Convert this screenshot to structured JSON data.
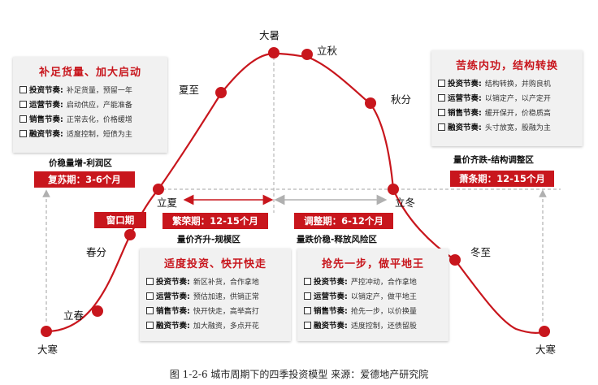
{
  "seasons": {
    "dahan_left": "大寒",
    "lichun": "立春",
    "chunfen": "春分",
    "lixia": "立夏",
    "xiazhi": "夏至",
    "dashu": "大暑",
    "liqiu": "立秋",
    "qiufen": "秋分",
    "lidong": "立冬",
    "dongzhi": "冬至",
    "dahan_right": "大寒"
  },
  "boxes": {
    "top_left": {
      "title": "补足货量、加大启动",
      "rows": [
        {
          "key": "投资节奏:",
          "value": "补足货量，预留一年"
        },
        {
          "key": "运营节奏:",
          "value": "启动供应，产能准备"
        },
        {
          "key": "销售节奏:",
          "value": "正常去化，价格缓增"
        },
        {
          "key": "融资节奏:",
          "value": "适度控制，短债为主"
        }
      ]
    },
    "top_right": {
      "title": "苦练内功，结构转换",
      "rows": [
        {
          "key": "投资节奏:",
          "value": "结构转换，并购良机"
        },
        {
          "key": "运营节奏:",
          "value": "以销定产，以产定开"
        },
        {
          "key": "销售节奏:",
          "value": "缓开保开，价稳质高"
        },
        {
          "key": "融资节奏:",
          "value": "头寸放宽，股融为主"
        }
      ]
    },
    "bottom_mid_left": {
      "title": "适度投资、快开快走",
      "rows": [
        {
          "key": "投资节奏:",
          "value": "新区补货，合作拿地"
        },
        {
          "key": "运营节奏:",
          "value": "预估加速，供销正常"
        },
        {
          "key": "销售节奏:",
          "value": "快开快走，高举高打"
        },
        {
          "key": "融资节奏:",
          "value": "加大融资，多点开花"
        }
      ]
    },
    "bottom_mid_right": {
      "title": "抢先一步，做平地王",
      "rows": [
        {
          "key": "投资节奏:",
          "value": "严控冲动，合作拿地"
        },
        {
          "key": "运营节奏:",
          "value": "以销定产，做平地王"
        },
        {
          "key": "销售节奏:",
          "value": "抢先一步，以价换量"
        },
        {
          "key": "融资节奏:",
          "value": "适度控制，还债留股"
        }
      ]
    }
  },
  "zones": {
    "recovery_zone": "价稳量增-利润区",
    "recovery_tag": "复苏期：3-6个月",
    "window_tag": "窗口期",
    "boom_tag": "繁荣期：12-15个月",
    "boom_zone": "量价齐升-规模区",
    "adjust_tag": "调整期：6-12个月",
    "adjust_zone": "量跌价稳-释放风险区",
    "recession_zone": "量价齐跌-结构调整区",
    "recession_tag": "萧条期：12-15个月"
  },
  "caption": "图 1-2-6   城市周期下的四季投资模型    来源：爱德地产研究院",
  "colors": {
    "accent": "#c8161d",
    "dashed": "#b0b0b0",
    "box_bg": "#f1f1f1"
  }
}
